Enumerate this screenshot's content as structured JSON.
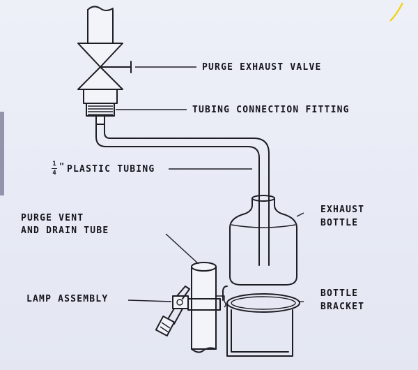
{
  "labels": {
    "purge_exhaust_valve": "PURGE EXHAUST VALVE",
    "tubing_connection_fitting": "TUBING CONNECTION FITTING",
    "tubing_size_num": "1",
    "tubing_size_den": "4",
    "tubing_size_inch": "\"",
    "plastic_tubing": "PLASTIC TUBING",
    "exhaust_bottle_1": "EXHAUST",
    "exhaust_bottle_2": "BOTTLE",
    "purge_vent_1": "PURGE VENT",
    "purge_vent_2": "AND DRAIN TUBE",
    "lamp_assembly": "LAMP ASSEMBLY",
    "bottle_bracket_1": "BOTTLE",
    "bottle_bracket_2": "BRACKET"
  },
  "colors": {
    "ink": "#1d1d24",
    "paper": "#eceef7",
    "highlight": "#f2d21a"
  }
}
